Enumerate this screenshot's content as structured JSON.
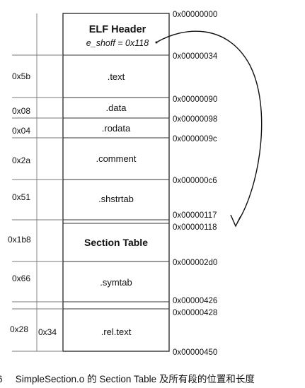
{
  "figure": {
    "caption_number": "6",
    "caption_text": "SimpleSection.o 的 Section Table 及所有段的位置和长度"
  },
  "header_section": {
    "title": "ELF Header",
    "field": "e_shoff = 0x118"
  },
  "sections": [
    {
      "name": ".text"
    },
    {
      "name": ".data"
    },
    {
      "name": ".rodata"
    },
    {
      "name": ".comment"
    },
    {
      "name": ".shstrtab"
    },
    {
      "name": "Section Table"
    },
    {
      "name": ".symtab"
    },
    {
      "name": ".rel.text"
    }
  ],
  "addresses": [
    "0x00000000",
    "0x00000034",
    "0x00000090",
    "0x00000098",
    "0x0000009c",
    "0x000000c6",
    "0x00000117",
    "0x00000118",
    "0x000002d0",
    "0x00000426",
    "0x00000428",
    "0x00000450"
  ],
  "sizes": [
    "0x5b",
    "0x08",
    "0x04",
    "0x2a",
    "0x51",
    "0x1b8",
    "0x66",
    "0x28",
    "0x34"
  ]
}
